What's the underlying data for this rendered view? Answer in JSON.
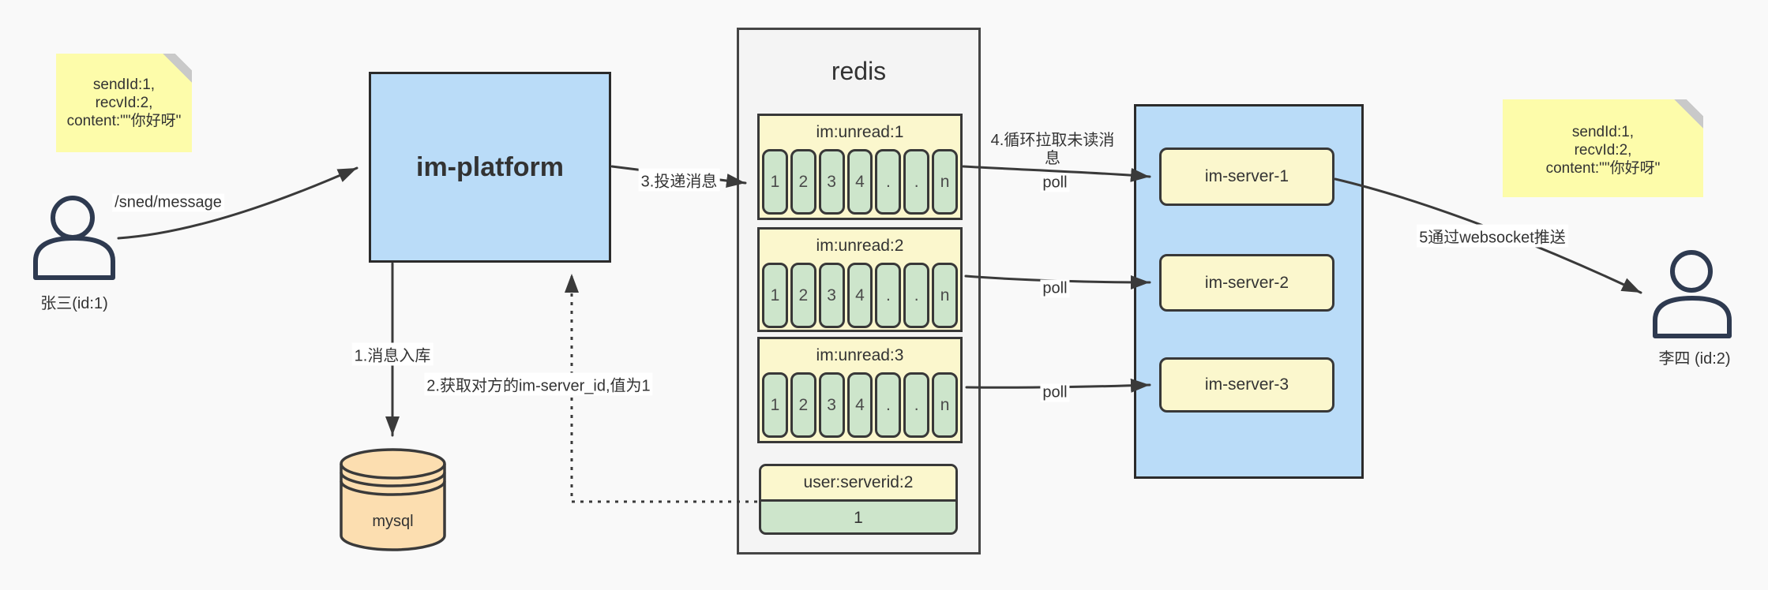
{
  "colors": {
    "background": "#f9f9f9",
    "blue_fill": "#badcf8",
    "note_yellow": "#fdfcaa",
    "pale_yellow": "#fbf7cd",
    "green_fill": "#cde5cb",
    "mysql_tan": "#fcdeb0",
    "container_gray": "#f4f4f4",
    "line_dark": "#3a3a3a",
    "person_navy": "#2e3a50"
  },
  "sticky_left": {
    "line1": "sendId:1,",
    "line2": "recvId:2,",
    "line3": "content:\"\"你好呀\""
  },
  "sticky_right": {
    "line1": "sendId:1,",
    "line2": "recvId:2,",
    "line3": "content:\"\"你好呀\""
  },
  "sender": {
    "label": "张三(id:1)"
  },
  "receiver": {
    "label": "李四 (id:2)"
  },
  "platform": {
    "label": "im-platform"
  },
  "mysql": {
    "label": "mysql"
  },
  "redis": {
    "title": "redis",
    "queues": [
      {
        "name": "im:unread:1",
        "cells": [
          "1",
          "2",
          "3",
          "4",
          ".",
          ".",
          "n"
        ]
      },
      {
        "name": "im:unread:2",
        "cells": [
          "1",
          "2",
          "3",
          "4",
          ".",
          ".",
          "n"
        ]
      },
      {
        "name": "im:unread:3",
        "cells": [
          "1",
          "2",
          "3",
          "4",
          ".",
          ".",
          "n"
        ]
      }
    ],
    "kv": {
      "key": "user:serverid:2",
      "value": "1"
    }
  },
  "servers": {
    "items": [
      {
        "label": "im-server-1"
      },
      {
        "label": "im-server-2"
      },
      {
        "label": "im-server-3"
      }
    ]
  },
  "edges": {
    "send_label": "/sned/message",
    "step1": "1.消息入库",
    "step2": "2.获取对方的im-server_id,值为1",
    "step3": "3.投递消息",
    "step4": "4.循环拉取未读消息",
    "poll": "poll",
    "step5": "5通过websocket推送"
  }
}
